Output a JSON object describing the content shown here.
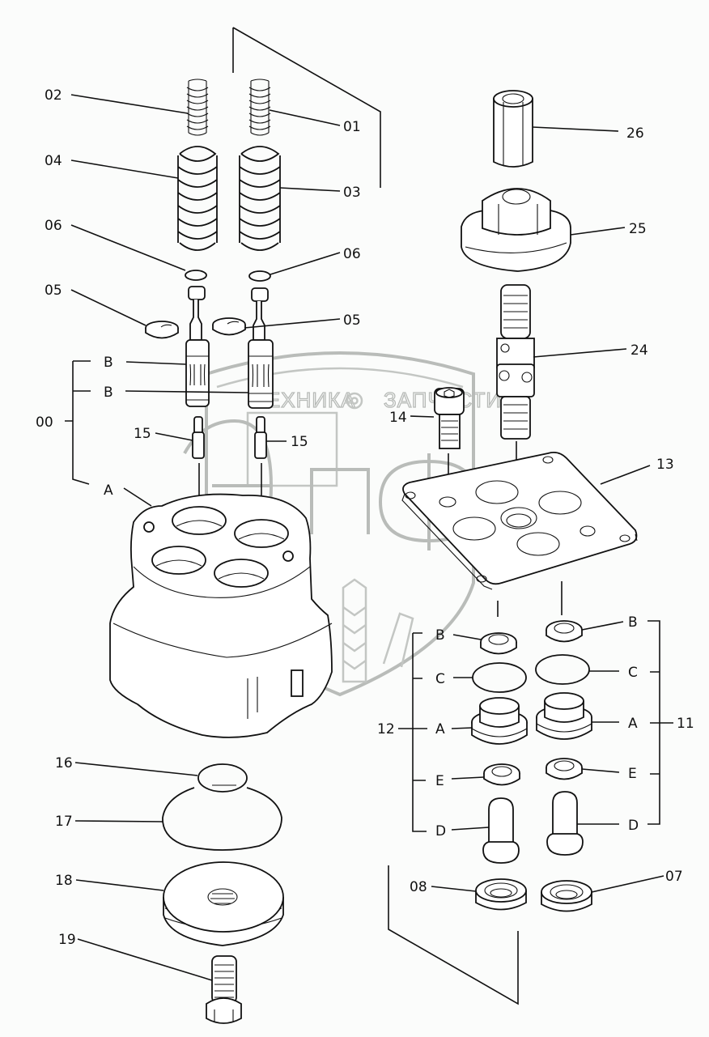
{
  "diagram": {
    "title": "Pilot valve exploded parts diagram",
    "watermark": {
      "logo_text": "ЭПФ",
      "left_word": "ТЕХНИКА",
      "right_word": "ЗАПЧАСТИ",
      "separator_icon": "gear-icon",
      "color": "#b9bcb9"
    },
    "callouts": {
      "p01": "01",
      "p02": "02",
      "p03": "03",
      "p04": "04",
      "p05_left": "05",
      "p05_right": "05",
      "p06_left": "06",
      "p06_right": "06",
      "p00": "00",
      "p00_b1": "B",
      "p00_b2": "B",
      "p00_a": "A",
      "p15_left": "15",
      "p15_right": "15",
      "p14": "14",
      "p13": "13",
      "p24": "24",
      "p25": "25",
      "p26": "26",
      "p12": "12",
      "p12_b": "B",
      "p12_c": "C",
      "p12_a": "A",
      "p12_e": "E",
      "p12_d": "D",
      "p11": "11",
      "p11_b": "B",
      "p11_c": "C",
      "p11_a": "A",
      "p11_e": "E",
      "p11_d": "D",
      "p16": "16",
      "p17": "17",
      "p18": "18",
      "p19": "19",
      "p07": "07",
      "p08": "08"
    }
  }
}
